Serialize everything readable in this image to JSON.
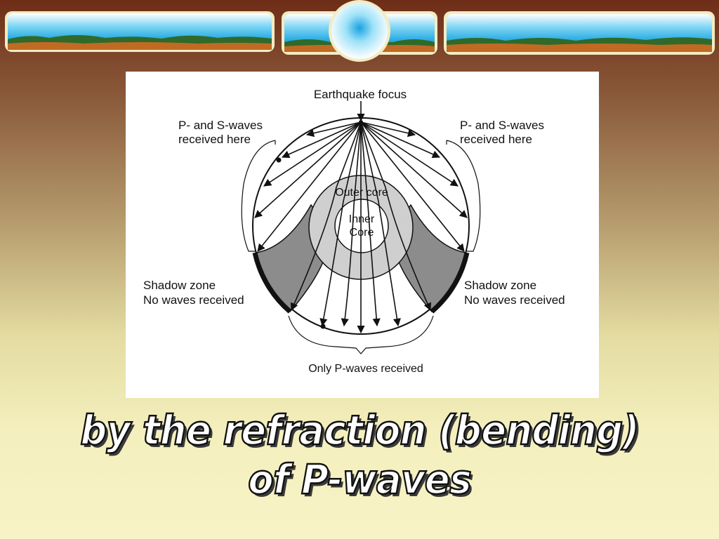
{
  "diagram": {
    "focus_label": "Earthquake focus",
    "left_ps_line1": "P- and S-waves",
    "left_ps_line2": "received here",
    "right_ps_line1": "P- and S-waves",
    "right_ps_line2": "received here",
    "outer_core": "Outer core",
    "inner_core_line1": "Inner",
    "inner_core_line2": "Core",
    "left_shadow_line1": "Shadow zone",
    "left_shadow_line2": "No waves received",
    "right_shadow_line1": "Shadow zone",
    "right_shadow_line2": "No waves received",
    "bottom_label": "Only P-waves received"
  },
  "caption": {
    "line1": "by the refraction (bending)",
    "line2": "of P-waves"
  },
  "colors": {
    "shadow_zone": "#8c8c8c",
    "outer_core": "#cfcfcf",
    "inner_core": "#ffffff"
  }
}
